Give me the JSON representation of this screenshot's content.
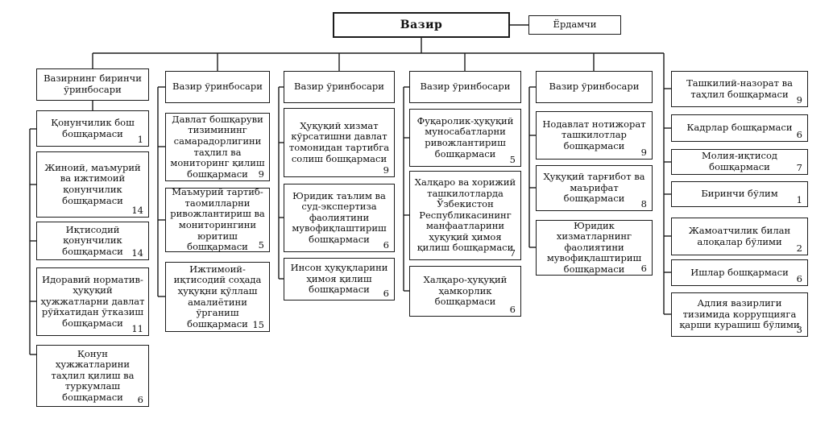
{
  "minister": {
    "label": "Вазир"
  },
  "assistant": {
    "label": "Ёрдамчи"
  },
  "columns": [
    {
      "header": "Вазирнинг биринчи ўринбосари",
      "boxes": [
        {
          "title": "Қонунчилик бош бошқармаси",
          "count": "1"
        },
        {
          "title": "Жиноий, маъмурий ва ижтимоий қонунчилик бошқармаси",
          "count": "14"
        },
        {
          "title": "Иқтисодий қонунчилик бошқармаси",
          "count": "14"
        },
        {
          "title": "Идоравий норматив-ҳуқуқий ҳужжатларни давлат рўйхатидан ўтказиш бошқармаси",
          "count": "11"
        },
        {
          "title": "Қонун ҳужжатларини таҳлил қилиш ва туркумлаш бошқармаси",
          "count": "6"
        }
      ]
    },
    {
      "header": "Вазир ўринбосари",
      "boxes": [
        {
          "title": "Давлат бошқаруви тизимининг самарадорлигини таҳлил ва мониторинг қилиш бошқармаси",
          "count": "9"
        },
        {
          "title": "Маъмурий тартиб-таомилларни ривожлантириш ва мониторингини юритиш бошқармаси",
          "count": "5"
        },
        {
          "title": "Ижтимоий-иқтисодий соҳада ҳуқуқни қўллаш амалиётини ўрганиш бошқармаси",
          "count": "15"
        }
      ]
    },
    {
      "header": "Вазир ўринбосари",
      "boxes": [
        {
          "title": "Ҳуқуқий хизмат кўрсатишни давлат томонидан тартибга солиш бошқармаси",
          "count": "9"
        },
        {
          "title": "Юридик таълим ва суд-экспертиза фаолиятини мувофиқлаштириш бошқармаси",
          "count": "6"
        },
        {
          "title": "Инсон ҳуқуқларини ҳимоя қилиш бошқармаси",
          "count": "6"
        }
      ]
    },
    {
      "header": "Вазир ўринбосари",
      "boxes": [
        {
          "title": "Фуқаролик-ҳуқуқий муносабатларни ривожлантириш бошқармаси",
          "count": "5"
        },
        {
          "title": "Халқаро ва хорижий ташкилотларда Ўзбекистон Республикасининг манфаатларини ҳуқуқий ҳимоя қилиш бошқармаси",
          "count": "7"
        },
        {
          "title": "Халқаро-ҳуқуқий ҳамкорлик бошқармаси",
          "count": "6"
        }
      ]
    },
    {
      "header": "Вазир ўринбосари",
      "boxes": [
        {
          "title": "Нодавлат нотижорат ташкилотлар бошқармаси",
          "count": "9"
        },
        {
          "title": "Ҳуқуқий тарғибот ва маърифат бошқармаси",
          "count": "8"
        },
        {
          "title": "Юридик хизматларнинг фаолиятини мувофиқлаштириш бошқармаси",
          "count": "6"
        }
      ]
    },
    {
      "header": "",
      "boxes": [
        {
          "title": "Ташкилий-назорат ва таҳлил бошқармаси",
          "count": "9"
        },
        {
          "title": "Кадрлар бошқармаси",
          "count": "6"
        },
        {
          "title": "Молия-иқтисод бошқармаси",
          "count": "7"
        },
        {
          "title": "Биринчи бўлим",
          "count": "1"
        },
        {
          "title": "Жамоатчилик билан алоқалар бўлими",
          "count": "2"
        },
        {
          "title": "Ишлар бошқармаси",
          "count": "6"
        },
        {
          "title": "Адлия вазирлиги тизимида коррупцияга қарши курашиш бўлими",
          "count": "3"
        }
      ]
    }
  ]
}
